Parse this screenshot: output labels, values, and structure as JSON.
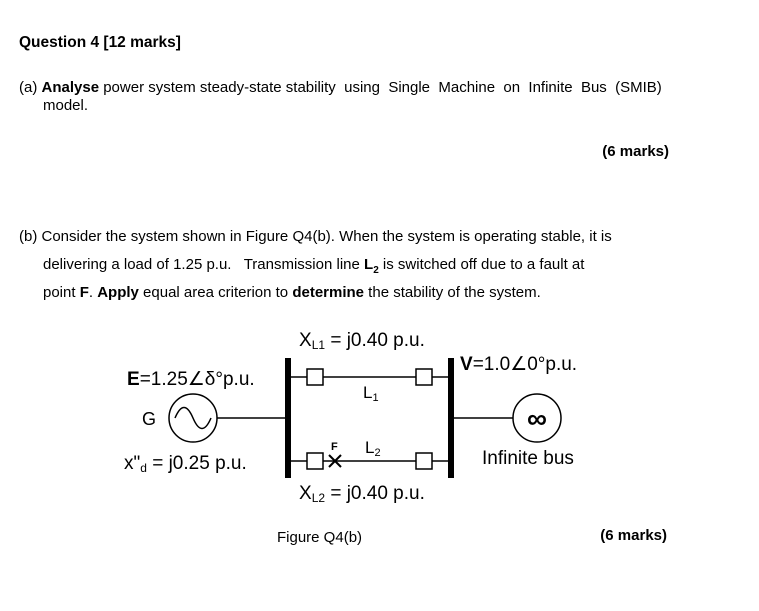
{
  "question": {
    "title": "Question 4 [12 marks]"
  },
  "part_a": {
    "prefix": "(a) ",
    "bold_verb": "Analyse",
    "text_line1": " power system steady-state stability  using  Single  Machine  on  Infinite  Bus  (SMIB)",
    "text_line2": "model.",
    "marks": "(6 marks)"
  },
  "part_b": {
    "line1": "(b) Consider the system shown in Figure Q4(b). When the system is operating stable, it is",
    "line2_pre": "delivering a load of 1.25 p.u.   Transmission line ",
    "line2_bold": "L",
    "line2_bold_sub": "2",
    "line2_post": " is switched off due to a fault at",
    "line3_pre": "point ",
    "line3_bold_F": "F",
    "line3_mid1": ". ",
    "line3_bold_apply": "Apply",
    "line3_mid2": " equal area criterion to ",
    "line3_bold_determine": "determine",
    "line3_post": " the stability of the system.",
    "marks": "(6 marks)"
  },
  "figure": {
    "caption": "Figure Q4(b)",
    "xl1_label": "X",
    "xl1_sub": "L1",
    "xl1_value": " = j0.40 p.u.",
    "xl2_label": "X",
    "xl2_sub": "L2",
    "xl2_value": " = j0.40 p.u.",
    "emf_label_bold": "E",
    "emf_value": "=1.25∠δ°p.u.",
    "generator_label": "G",
    "reactance_label": "x\"",
    "reactance_sub": "d",
    "reactance_value": " = j0.25 p.u.",
    "voltage_label_bold": "V",
    "voltage_value": "=1.0∠0°p.u.",
    "line1_label": "L",
    "line1_sub": "1",
    "line2_label": "L",
    "line2_sub": "2",
    "fault_label": "F",
    "infinite_symbol": "∞",
    "infinite_bus_label": "Infinite bus"
  }
}
